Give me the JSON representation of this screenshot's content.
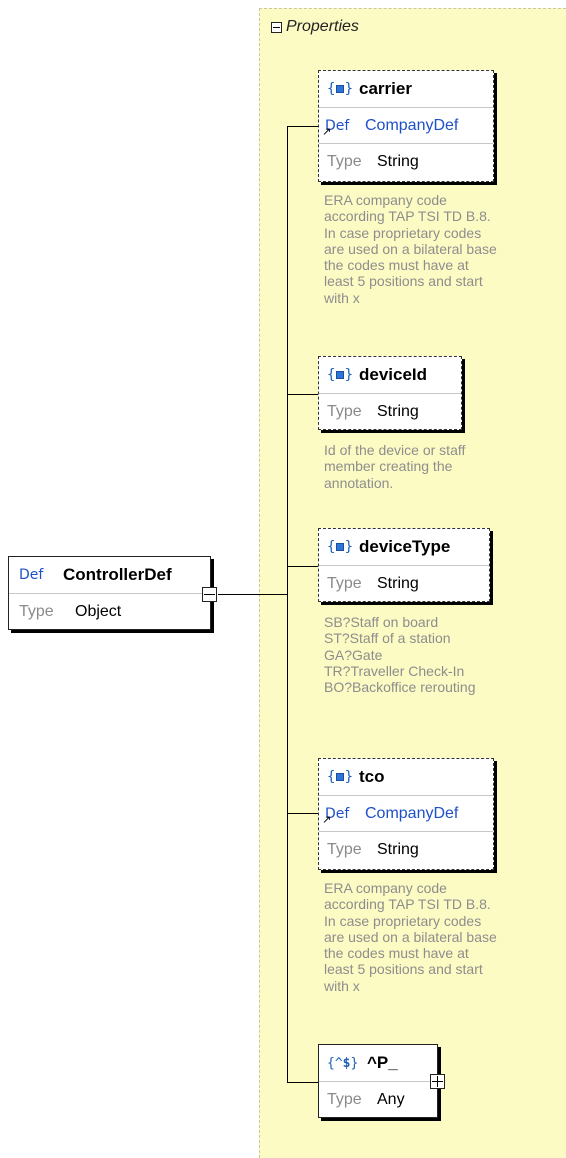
{
  "root": {
    "def_label": "Def",
    "name": "ControllerDef",
    "type_label": "Type",
    "type_value": "Object"
  },
  "panel": {
    "title": "Properties"
  },
  "properties": {
    "carrier": {
      "icon": "{▣}",
      "name": "carrier",
      "def_label": "Def",
      "def_value": "CompanyDef",
      "type_label": "Type",
      "type_value": "String",
      "description": "ERA company code\naccording TAP TSI TD B.8.\nIn case proprietary codes\nare used on a bilateral base\nthe codes must have at\nleast 5 positions and start\nwith x"
    },
    "deviceId": {
      "icon": "{▣}",
      "name": "deviceId",
      "type_label": "Type",
      "type_value": "String",
      "description": "Id of the device or staff\nmember creating the\nannotation."
    },
    "deviceType": {
      "icon": "{▣}",
      "name": "deviceType",
      "type_label": "Type",
      "type_value": "String",
      "description": "SB?Staff on board\nST?Staff of a station\nGA?Gate\nTR?Traveller Check-In\nBO?Backoffice rerouting"
    },
    "tco": {
      "icon": "{▣}",
      "name": "tco",
      "def_label": "Def",
      "def_value": "CompanyDef",
      "type_label": "Type",
      "type_value": "String",
      "description": "ERA company code\naccording TAP TSI TD B.8.\nIn case proprietary codes\nare used on a bilateral base\nthe codes must have at\nleast 5 positions and start\nwith x"
    },
    "pattern": {
      "icon": "{^$}",
      "name": "^P_",
      "type_label": "Type",
      "type_value": "Any"
    }
  }
}
